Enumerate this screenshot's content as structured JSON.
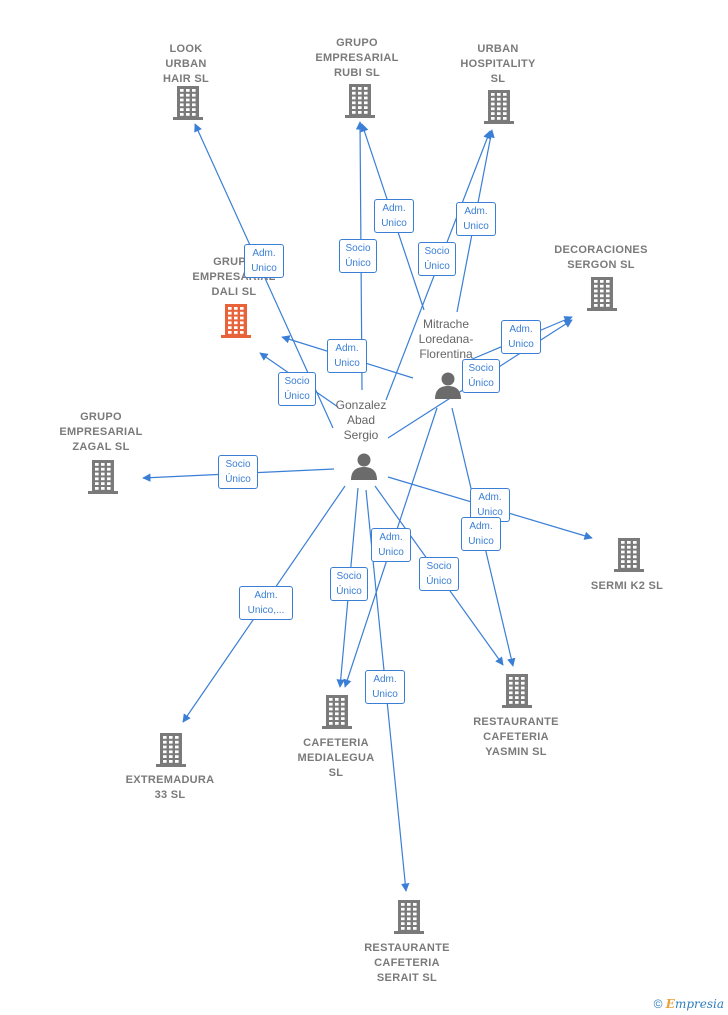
{
  "colors": {
    "edge": "#3a7fd5",
    "building": "#7a7a7a",
    "building_highlight": "#e8623a",
    "person": "#6b6b6b"
  },
  "companies": [
    {
      "id": "look",
      "label": "LOOK\nURBAN\nHAIR  SL",
      "icon": "building-icon"
    },
    {
      "id": "rubi",
      "label": "GRUPO\nEMPRESARIAL\nRUBI  SL",
      "icon": "building-icon"
    },
    {
      "id": "urban",
      "label": "URBAN\nHOSPITALITY\nSL",
      "icon": "building-icon"
    },
    {
      "id": "dali",
      "label": "GRUPO\nEMPRESARIAL\nDALI  SL",
      "icon": "building-icon",
      "highlight": true
    },
    {
      "id": "sergon",
      "label": "DECORACIONES\nSERGON  SL",
      "icon": "building-icon"
    },
    {
      "id": "zagal",
      "label": "GRUPO\nEMPRESARIAL\nZAGAL  SL",
      "icon": "building-icon"
    },
    {
      "id": "sermi",
      "label": "SERMI K2 SL",
      "icon": "building-icon"
    },
    {
      "id": "extremadura",
      "label": "EXTREMADURA\n33 SL",
      "icon": "building-icon"
    },
    {
      "id": "medialegua",
      "label": "CAFETERIA\nMEDIALEGUA\nSL",
      "icon": "building-icon"
    },
    {
      "id": "yasmin",
      "label": "RESTAURANTE\nCAFETERIA\nYASMIN  SL",
      "icon": "building-icon"
    },
    {
      "id": "serait",
      "label": "RESTAURANTE\nCAFETERIA\nSERAIT SL",
      "icon": "building-icon"
    }
  ],
  "persons": [
    {
      "id": "mitrache",
      "label": "Mitrache\nLoredana-\nFlorentina",
      "icon": "person-icon"
    },
    {
      "id": "gonzalez",
      "label": "Gonzalez\nAbad\nSergio",
      "icon": "person-icon"
    }
  ],
  "edges": [
    {
      "from": "gonzalez",
      "to": "look",
      "label": "Adm.\nUnico"
    },
    {
      "from": "gonzalez",
      "to": "rubi",
      "label": "Socio\nÚnico"
    },
    {
      "from": "mitrache",
      "to": "rubi",
      "label": "Adm.\nUnico"
    },
    {
      "from": "mitrache",
      "to": "urban",
      "label": "Adm.\nUnico"
    },
    {
      "from": "gonzalez",
      "to": "urban",
      "label": "Socio\nÚnico"
    },
    {
      "from": "mitrache",
      "to": "dali",
      "label": "Adm.\nUnico"
    },
    {
      "from": "gonzalez",
      "to": "dali",
      "label": "Socio\nÚnico"
    },
    {
      "from": "mitrache",
      "to": "sergon",
      "label": "Adm.\nUnico"
    },
    {
      "from": "gonzalez",
      "to": "sergon",
      "label": "Socio\nÚnico"
    },
    {
      "from": "gonzalez",
      "to": "zagal",
      "label": "Socio\nÚnico"
    },
    {
      "from": "gonzalez",
      "to": "sermi",
      "label": "Adm.\nUnico"
    },
    {
      "from": "mitrache",
      "to": "yasmin",
      "label": "Adm.\nUnico"
    },
    {
      "from": "gonzalez",
      "to": "yasmin",
      "label": "Socio\nÚnico"
    },
    {
      "from": "gonzalez",
      "to": "extremadura",
      "label": "Adm.\nUnico,..."
    },
    {
      "from": "gonzalez",
      "to": "medialegua",
      "label": "Socio\nÚnico"
    },
    {
      "from": "mitrache",
      "to": "medialegua",
      "label": "Adm.\nUnico"
    },
    {
      "from": "gonzalez",
      "to": "serait",
      "label": "Adm.\nUnico"
    }
  ],
  "footer": {
    "copyright": "©",
    "brand_first": "E",
    "brand_rest": "mpresia"
  }
}
